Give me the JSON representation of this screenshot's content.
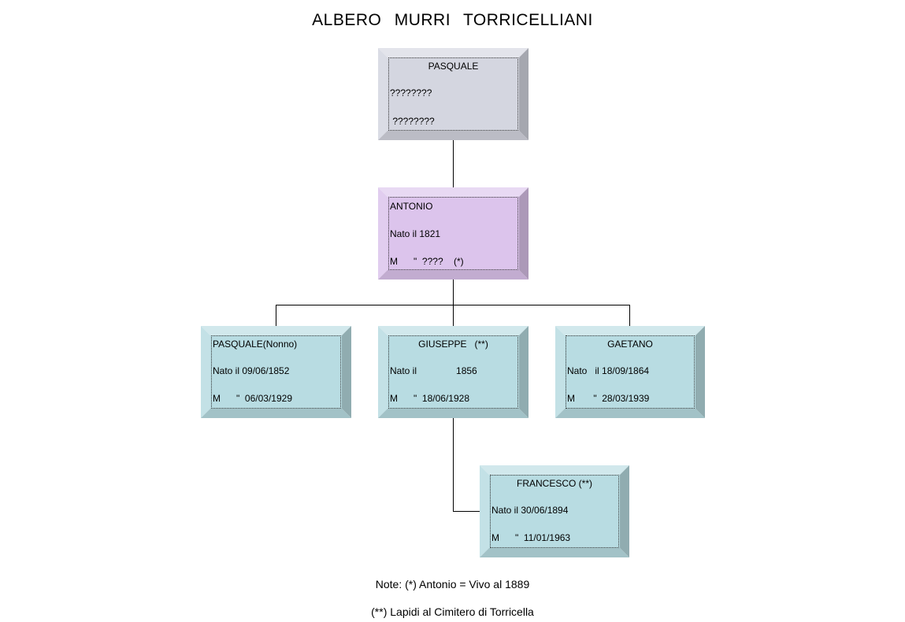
{
  "title": "ALBERO   MURRI  TORRICELLIANI",
  "nodes": {
    "pasquale_root": {
      "name": "PASQUALE",
      "line1": "????????",
      "line2": " ????????",
      "color": "#d4d6e0"
    },
    "antonio": {
      "name": "ANTONIO",
      "line1": "Nato il 1821",
      "line2": "M      \"  ????    (*)",
      "color": "#dcc4ec"
    },
    "pasquale_nonno": {
      "name": "PASQUALE(Nonno)",
      "line1": "Nato il 09/06/1852",
      "line2": "M      \"  06/03/1929",
      "color": "#b8dce2"
    },
    "giuseppe": {
      "name": "GIUSEPPE   (**)",
      "line1": "Nato il               1856",
      "line2": "M      \"  18/06/1928",
      "color": "#b8dce2"
    },
    "gaetano": {
      "name": "GAETANO",
      "line1": "Nato   il 18/09/1864",
      "line2": "M       \"  28/03/1939",
      "color": "#b8dce2"
    },
    "francesco": {
      "name": "FRANCESCO (**)",
      "line1": "Nato il 30/06/1894",
      "line2": "M      \"  11/01/1963",
      "color": "#b8dce2"
    }
  },
  "notes": {
    "note1": "Note: (*)   Antonio = Vivo al 1889",
    "note2": "(**) Lapidi al Cimitero di Torricella"
  }
}
